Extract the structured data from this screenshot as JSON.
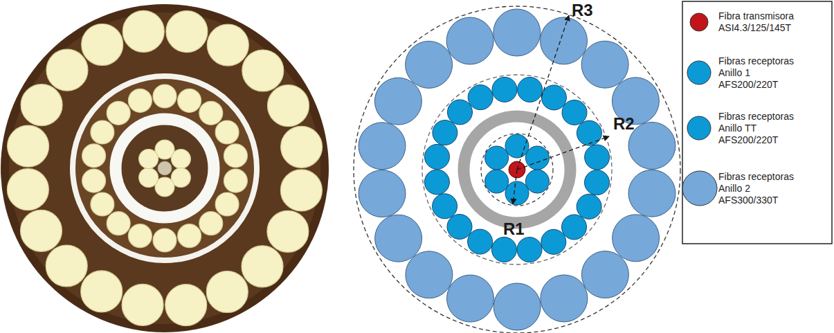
{
  "diagram": {
    "labels": [
      "R3",
      "R2",
      "R1"
    ],
    "legend": [
      {
        "text": "Fibra transmisora ASI4.3/125/145T",
        "color": "#c1141b"
      },
      {
        "text": "Fibras receptoras Anillo 1 AFS200/220T",
        "color": "#0c9ad6"
      },
      {
        "text": "Fibras receptoras Anillo TT AFS200/220T",
        "color": "#0c9ad6"
      },
      {
        "text": "Fibras receptoras Anillo 2 AFS300/330T",
        "color": "#76a8d9"
      }
    ]
  }
}
